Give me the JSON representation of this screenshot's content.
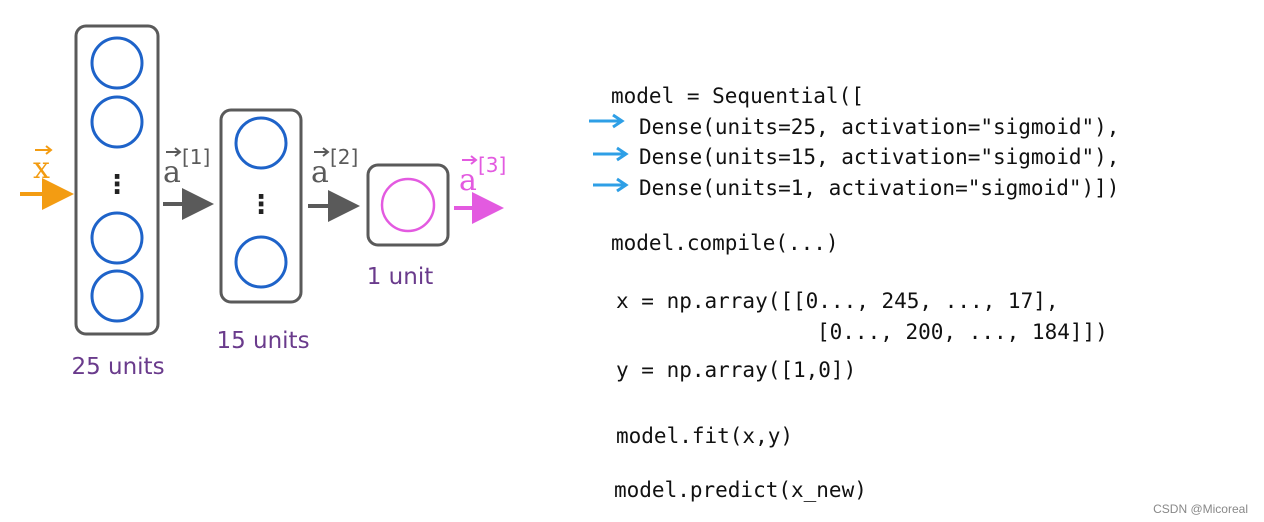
{
  "diagram": {
    "input_label": "x",
    "layers": [
      {
        "units_label": "25 units",
        "activation": "a",
        "superscript": "[1]"
      },
      {
        "units_label": "15 units",
        "activation": "a",
        "superscript": "[2]"
      },
      {
        "units_label": "1 unit",
        "activation": "a",
        "superscript": "[3]"
      }
    ],
    "ellipsis": "⋮",
    "colors": {
      "input": "#f39c12",
      "neuron": "#1e63c9",
      "output": "#e35ae0",
      "box_border": "#5a5a5a",
      "arrow": "#5a5a5a",
      "units_text": "#6a3b8c",
      "code_arrow": "#2e9fe6"
    },
    "icons": {
      "code_arrow": "right-arrow-icon"
    }
  },
  "code": {
    "lines": [
      "model = Sequential([",
      "Dense(units=25, activation=\"sigmoid\"),",
      "Dense(units=15, activation=\"sigmoid\"),",
      "Dense(units=1, activation=\"sigmoid\")])",
      "model.compile(...)",
      "x = np.array([[0..., 245, ..., 17],",
      "[0..., 200, ..., 184]])",
      "y = np.array([1,0])",
      "model.fit(x,y)",
      "model.predict(x_new)"
    ]
  },
  "watermark": "CSDN @Micoreal"
}
